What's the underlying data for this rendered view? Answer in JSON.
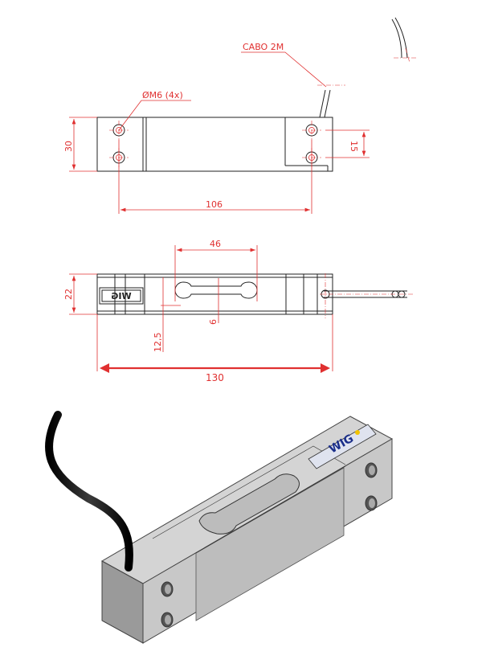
{
  "callouts": {
    "cable": "CABO 2M",
    "hole": "ØM6 (4x)"
  },
  "dimensions": {
    "height_top": "30",
    "hole_spacing": "15",
    "hole_distance": "106",
    "slot_length": "46",
    "height_side": "22",
    "slot_height": "6",
    "slot_offset": "12,5",
    "total_length": "130"
  },
  "logo": {
    "text": "WIG"
  },
  "colors": {
    "dimension": "#e03030",
    "outline": "#222222",
    "body_light": "#d9d9d9",
    "body_mid": "#c4c4c4",
    "body_dark": "#8f8f8f",
    "cable": "#1a1a1a",
    "logo_blue": "#1a2e8a",
    "logo_yellow": "#f2c300"
  }
}
